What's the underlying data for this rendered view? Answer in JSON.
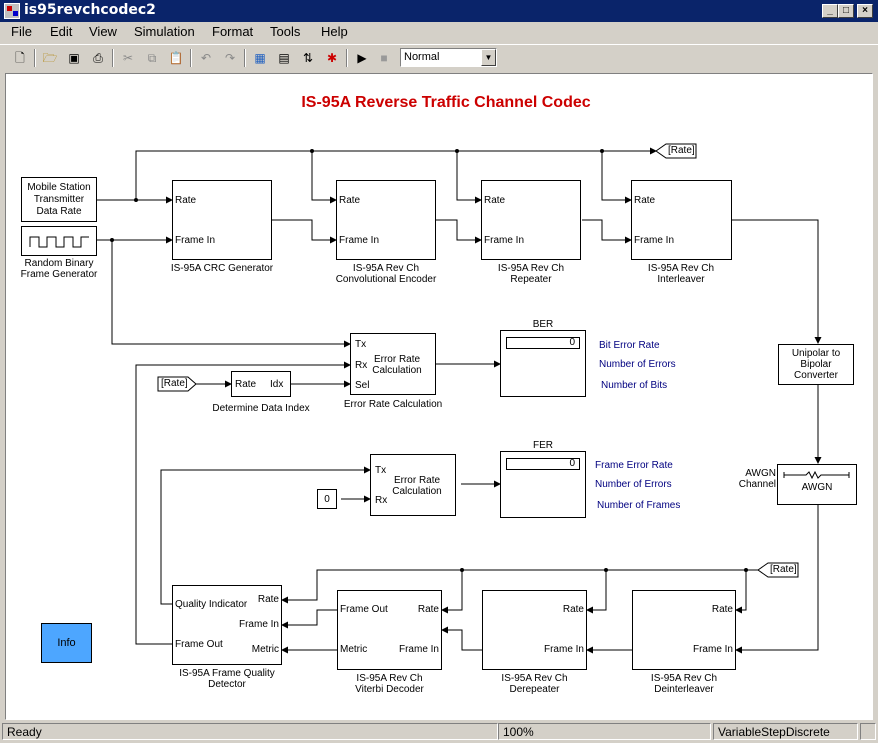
{
  "window": {
    "title": "is95revchcodec2"
  },
  "menu": [
    "File",
    "Edit",
    "View",
    "Simulation",
    "Format",
    "Tools",
    "Help"
  ],
  "toolbar": {
    "sim_mode": "Normal"
  },
  "diagram": {
    "title": "IS-95A Reverse Traffic Channel Codec",
    "goto_tag": "[Rate]",
    "from_tag_1": "[Rate]",
    "from_tag_2": "[Rate]",
    "mobile_station": [
      "Mobile Station",
      "Transmitter",
      "Data Rate"
    ],
    "random_binary": [
      "Random Binary",
      "Frame Generator"
    ],
    "crc": {
      "label": "IS-95A CRC Generator",
      "in1": "Rate",
      "in2": "Frame In"
    },
    "conv": {
      "label1": "IS-95A Rev Ch",
      "label2": "Convolutional Encoder",
      "in1": "Rate",
      "in2": "Frame In"
    },
    "rep": {
      "label1": "IS-95A Rev Ch",
      "label2": "Repeater",
      "in1": "Rate",
      "in2": "Frame In"
    },
    "intl": {
      "label1": "IS-95A Rev Ch",
      "label2": "Interleaver",
      "in1": "Rate",
      "in2": "Frame In"
    },
    "unipolar": [
      "Unipolar to",
      "Bipolar",
      "Converter"
    ],
    "awgn": {
      "name1": "AWGN",
      "name2": "Channel",
      "text": "AWGN"
    },
    "err1": {
      "tx": "Tx",
      "rx": "Rx",
      "sel": "Sel",
      "text1": "Error Rate",
      "text2": "Calculation",
      "label": "Error Rate Calculation"
    },
    "ddi": {
      "in": "Rate",
      "out": "Idx",
      "label": "Determine Data Index"
    },
    "ber": {
      "title": "BER",
      "value": "0",
      "l1": "Bit Error Rate",
      "l2": "Number of Errors",
      "l3": "Number of Bits"
    },
    "err2": {
      "tx": "Tx",
      "rx": "Rx",
      "text1": "Error Rate",
      "text2": "Calculation"
    },
    "const0": "0",
    "fer": {
      "title": "FER",
      "value": "0",
      "l1": "Frame Error Rate",
      "l2": "Number of Errors",
      "l3": "Number of Frames"
    },
    "fqd": {
      "p1": "Quality Indicator",
      "p2": "Frame Out",
      "o1": "Rate",
      "o2": "Frame In",
      "o3": "Metric",
      "label1": "IS-95A Frame Quality",
      "label2": "Detector"
    },
    "vit": {
      "p1": "Frame Out",
      "p2": "Metric",
      "o1": "Rate",
      "o2": "Frame In",
      "label1": "IS-95A Rev Ch",
      "label2": "Viterbi Decoder"
    },
    "derep": {
      "o1": "Rate",
      "o2": "Frame In",
      "label1": "IS-95A Rev Ch",
      "label2": "Derepeater"
    },
    "deint": {
      "o1": "Rate",
      "o2": "Frame In",
      "label1": "IS-95A Rev Ch",
      "label2": "Deinterleaver"
    },
    "info": "Info"
  },
  "status": {
    "left": "Ready",
    "zoom": "100%",
    "solver": "VariableStepDiscrete"
  },
  "colors": {
    "title_red": "#cc0000",
    "info_blue": "#4da6ff",
    "label_navy": "#000080",
    "titlebar": "#0a246a"
  }
}
